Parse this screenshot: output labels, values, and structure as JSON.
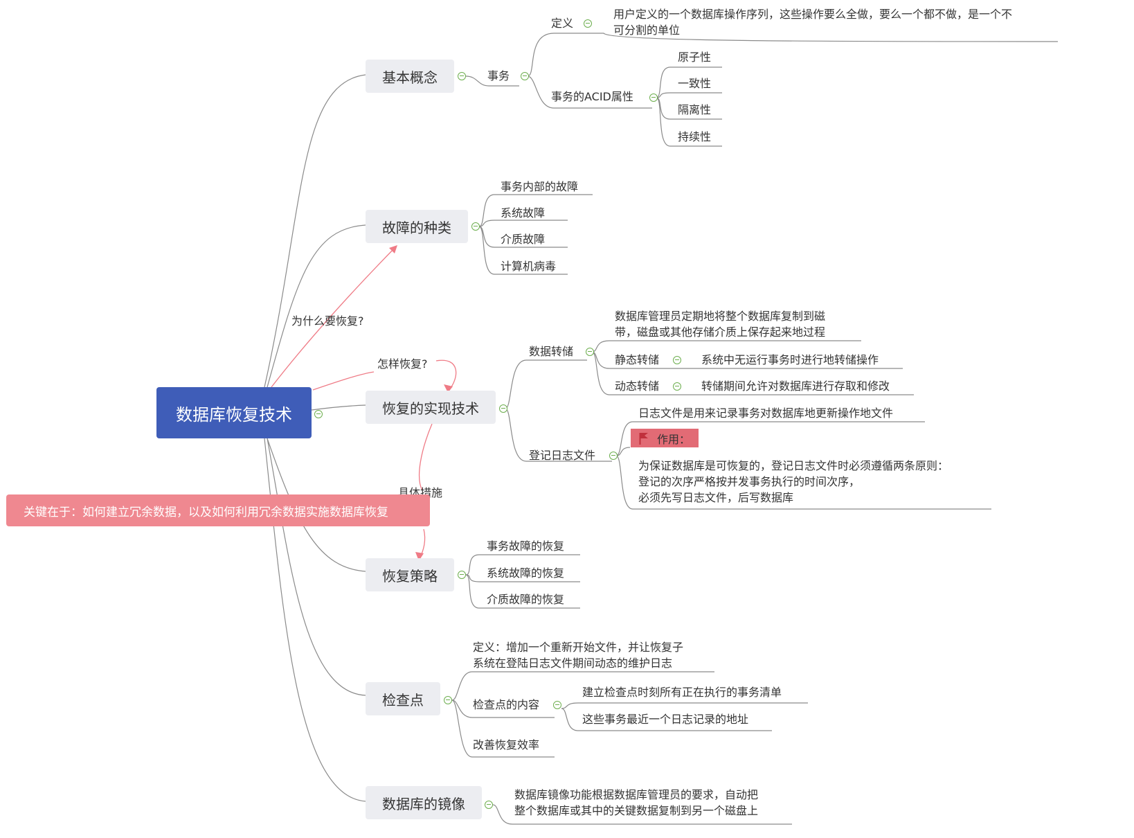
{
  "root": "数据库恢复技术",
  "relations": {
    "why": "为什么要恢复?",
    "how": "怎样恢复?",
    "measures": "具体措施"
  },
  "callout": "关键在于：如何建立冗余数据，以及如何利用冗余数据实施数据库恢复",
  "basic": {
    "title": "基本概念",
    "txn": "事务",
    "def_label": "定义",
    "def_line1": "用户定义的一个数据库操作序列，这些操作要么全做，要么一个都不做，是一个不",
    "def_line2": "可分割的单位",
    "acid": "事务的ACID属性",
    "acid_items": [
      "原子性",
      "一致性",
      "隔离性",
      "持续性"
    ]
  },
  "faults": {
    "title": "故障的种类",
    "items": [
      "事务内部的故障",
      "系统故障",
      "介质故障",
      "计算机病毒"
    ]
  },
  "impl": {
    "title": "恢复的实现技术",
    "dump": "数据转储",
    "dump_def1": "数据库管理员定期地将整个数据库复制到磁",
    "dump_def2": "带，磁盘或其他存储介质上保存起来地过程",
    "static": "静态转储",
    "static_desc": "系统中无运行事务时进行地转储操作",
    "dynamic": "动态转储",
    "dynamic_desc": "转储期间允许对数据库进行存取和修改",
    "log": "登记日志文件",
    "log_def": "日志文件是用来记录事务对数据库地更新操作地文件",
    "role": "作用：",
    "rule1": "为保证数据库是可恢复的，登记日志文件时必须遵循两条原则：",
    "rule2": "登记的次序严格按并发事务执行的时间次序，",
    "rule3": "必须先写日志文件，后写数据库"
  },
  "strategy": {
    "title": "恢复策略",
    "items": [
      "事务故障的恢复",
      "系统故障的恢复",
      "介质故障的恢复"
    ]
  },
  "checkpoint": {
    "title": "检查点",
    "def1": "定义：增加一个重新开始文件，并让恢复子",
    "def2": "系统在登陆日志文件期间动态的维护日志",
    "content": "检查点的内容",
    "content_items": [
      "建立检查点时刻所有正在执行的事务清单",
      "这些事务最近一个日志记录的地址"
    ],
    "improve": "改善恢复效率"
  },
  "mirror": {
    "title": "数据库的镜像",
    "desc1": "数据库镜像功能根据数据库管理员的要求，自动把",
    "desc2": "整个数据库或其中的关键数据复制到另一个磁盘上"
  },
  "colors": {
    "root": "#3f5db8",
    "callout": "#ef8890",
    "relation": "#ef7b86",
    "collapse": "#6cae4d",
    "line": "#888888"
  }
}
